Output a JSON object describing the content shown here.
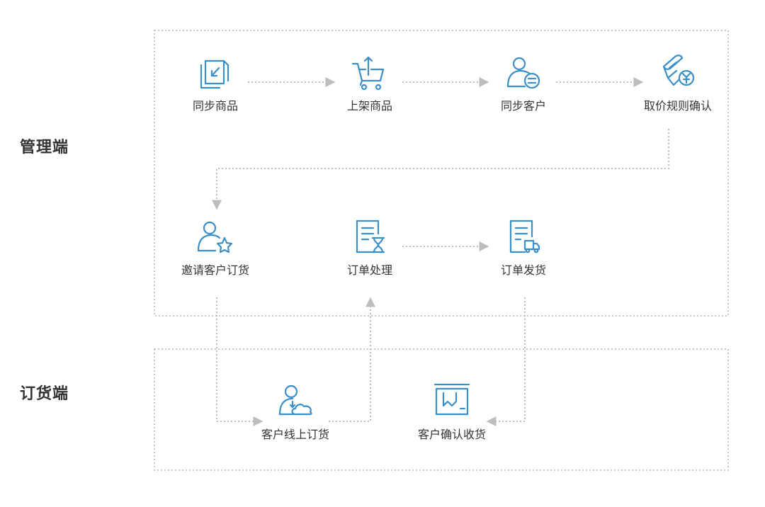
{
  "colors": {
    "icon": "#3a8fc9",
    "connector": "#bdbdbd",
    "lane_border": "#c8c8c8",
    "text": "#333333"
  },
  "lanes": {
    "admin": {
      "label": "管理端"
    },
    "ordering": {
      "label": "订货端"
    }
  },
  "nodes": {
    "sync_products": {
      "label": "同步商品",
      "icon": "document-import-icon"
    },
    "list_products": {
      "label": "上架商品",
      "icon": "shopping-cart-upload-icon"
    },
    "sync_customers": {
      "label": "同步客户",
      "icon": "user-sync-icon"
    },
    "pricing_rules": {
      "label": "取价规则确认",
      "icon": "scroll-yuan-icon"
    },
    "invite_customers": {
      "label": "邀请客户订货",
      "icon": "user-star-icon"
    },
    "process_orders": {
      "label": "订单处理",
      "icon": "document-hourglass-icon"
    },
    "ship_orders": {
      "label": "订单发货",
      "icon": "document-truck-icon"
    },
    "customer_order_online": {
      "label": "客户线上订货",
      "icon": "user-cloud-icon"
    },
    "confirm_receipt": {
      "label": "客户确认收货",
      "icon": "package-box-icon"
    }
  }
}
